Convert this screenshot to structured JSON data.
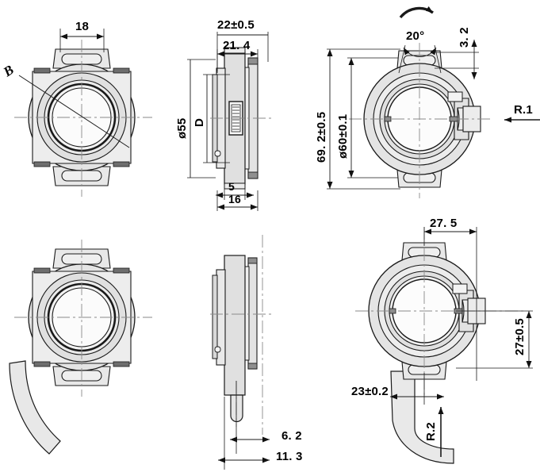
{
  "drawing": {
    "title": "Hollow shaft rotary encoder outline dimension drawing",
    "units": "mm",
    "line_color": "#1a1a1a",
    "fill_light": "#e8e8e8",
    "fill_mid": "#d0d0d0",
    "fill_dark": "#9a9a9a",
    "background": "#ffffff"
  },
  "views": [
    {
      "id": "view-front-top-left",
      "name": "front-view-upper-left",
      "position": "top-left",
      "labels": [
        {
          "name": "dim-18",
          "text": "18",
          "kind": "linear-horizontal"
        },
        {
          "name": "leader-label-b",
          "text": "B",
          "kind": "leader"
        }
      ]
    },
    {
      "id": "view-side-top-middle",
      "name": "side-section-view-upper-middle",
      "position": "top-middle",
      "labels": [
        {
          "name": "dim-22-tol",
          "text": "22±0.5",
          "kind": "linear-horizontal"
        },
        {
          "name": "dim-21-4",
          "text": "21. 4",
          "kind": "linear-horizontal"
        },
        {
          "name": "dim-phi-55",
          "text": "ø55",
          "kind": "linear-vertical"
        },
        {
          "name": "dim-d",
          "text": "D",
          "kind": "linear-vertical"
        },
        {
          "name": "dim-5",
          "text": "5",
          "kind": "linear-horizontal"
        },
        {
          "name": "dim-16",
          "text": "16",
          "kind": "linear-horizontal"
        }
      ]
    },
    {
      "id": "view-rear-top-right",
      "name": "rear-view-upper-right",
      "position": "top-right",
      "labels": [
        {
          "name": "dim-angle-20",
          "text": "20°",
          "kind": "angular"
        },
        {
          "name": "dim-3-2",
          "text": "3. 2",
          "kind": "linear-vertical"
        },
        {
          "name": "dim-69-2-tol",
          "text": "69. 2±0.5",
          "kind": "linear-vertical"
        },
        {
          "name": "dim-phi-60-tol",
          "text": "ø60±0.1",
          "kind": "linear-vertical"
        },
        {
          "name": "view-arrow-r1",
          "text": "R.1",
          "kind": "view-arrow"
        }
      ]
    },
    {
      "id": "view-front-bottom-left",
      "name": "front-view-lower-left-with-cable",
      "position": "bottom-left",
      "labels": []
    },
    {
      "id": "view-side-bottom-middle",
      "name": "side-view-lower-middle-with-cable",
      "position": "bottom-middle",
      "labels": [
        {
          "name": "dim-6-2",
          "text": "6. 2",
          "kind": "linear-horizontal"
        },
        {
          "name": "dim-11-3",
          "text": "11. 3",
          "kind": "linear-horizontal"
        }
      ]
    },
    {
      "id": "view-rear-bottom-right",
      "name": "rear-view-lower-right-with-cable",
      "position": "bottom-right",
      "labels": [
        {
          "name": "dim-27-5",
          "text": "27. 5",
          "kind": "linear-horizontal"
        },
        {
          "name": "dim-27-tol",
          "text": "27±0.5",
          "kind": "linear-vertical"
        },
        {
          "name": "dim-23-tol",
          "text": "23±0.2",
          "kind": "linear-horizontal"
        },
        {
          "name": "view-arrow-r2",
          "text": "R.2",
          "kind": "view-arrow"
        }
      ]
    }
  ],
  "dimensions": {
    "d18": "18",
    "b": "B",
    "d22": "22±0.5",
    "d214": "21. 4",
    "phi55": "ø55",
    "dD": "D",
    "d5": "5",
    "d16": "16",
    "a20": "20°",
    "d32": "3. 2",
    "d692": "69. 2±0.5",
    "phi60": "ø60±0.1",
    "r1": "R.1",
    "d62": "6. 2",
    "d113": "11. 3",
    "d275": "27. 5",
    "d27": "27±0.5",
    "d23": "23±0.2",
    "r2": "R.2"
  }
}
